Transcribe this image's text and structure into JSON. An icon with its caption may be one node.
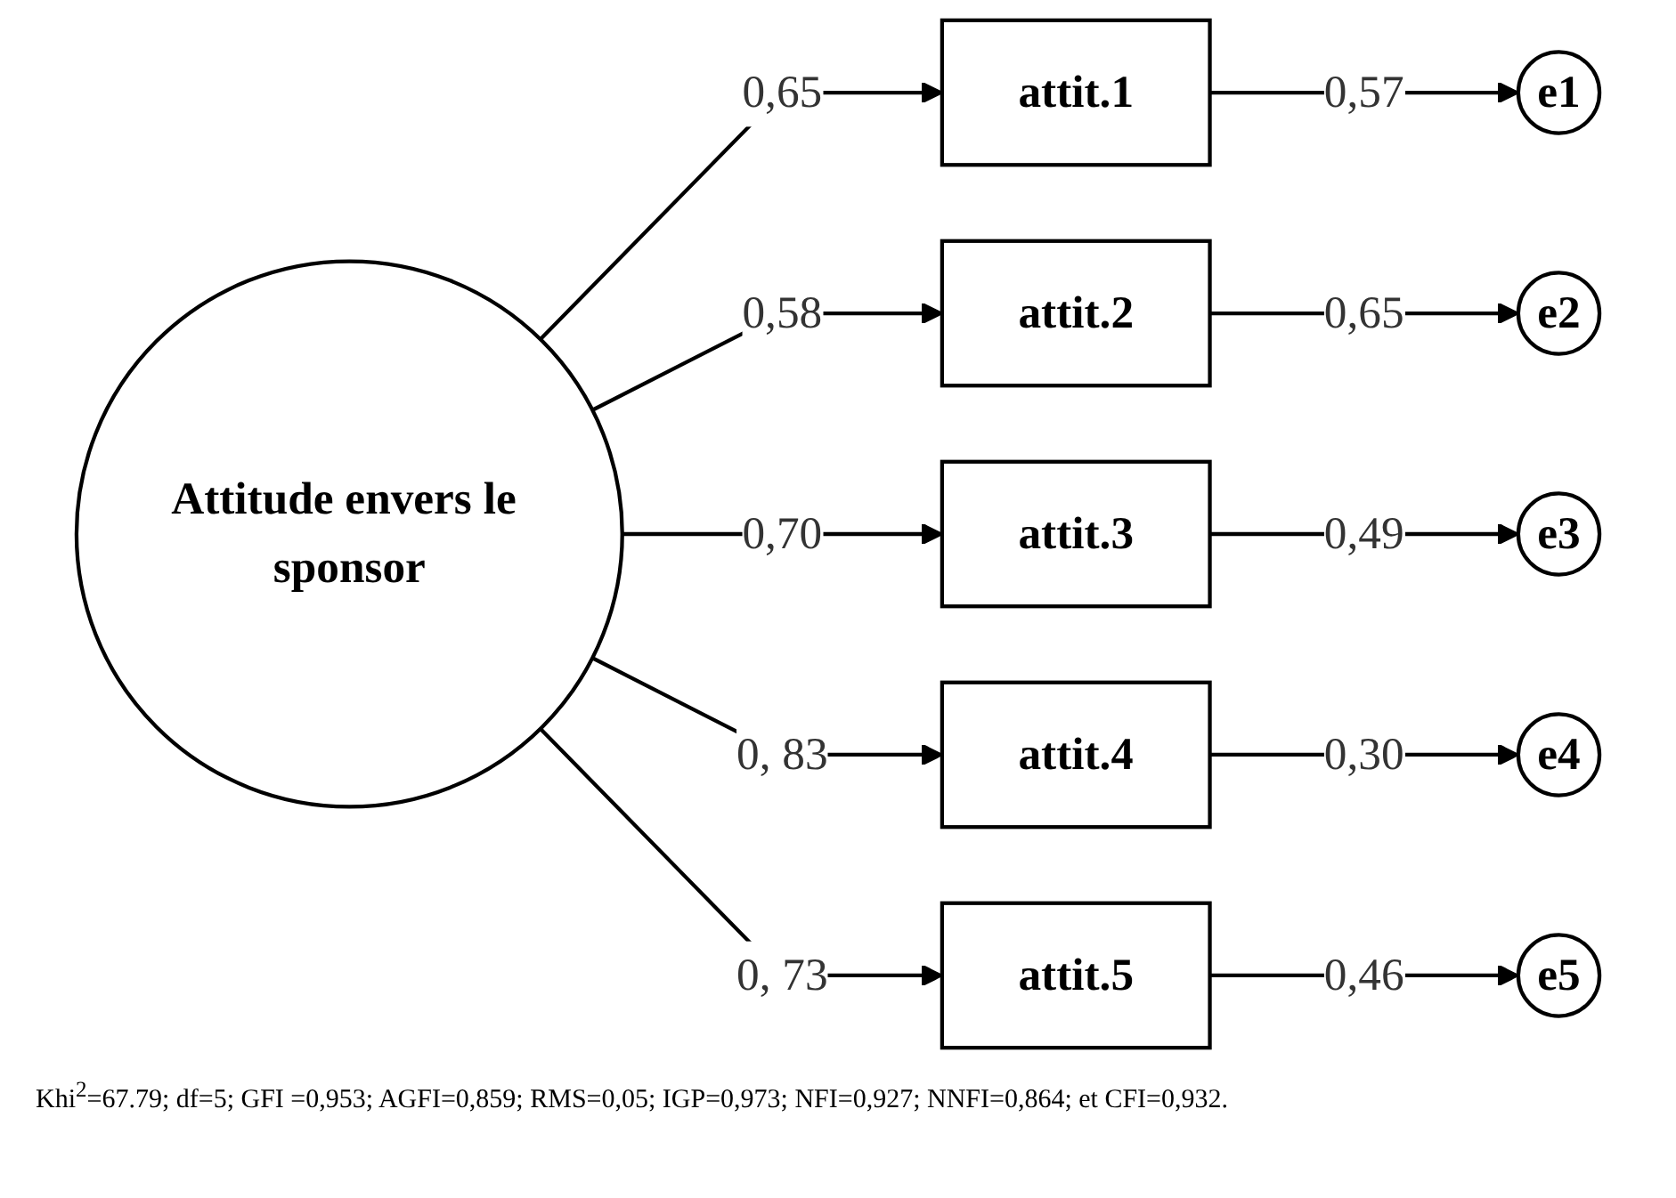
{
  "diagram": {
    "nodes": [
      {
        "text": [
          "Attitude envers le sponsor"
        ]
      },
      {
        "text": [
          "attit.1"
        ]
      },
      {
        "text": [
          "attit.2"
        ]
      },
      {
        "text": [
          "attit.3"
        ]
      },
      {
        "text": [
          "attit.4"
        ]
      },
      {
        "text": [
          "attit.5"
        ]
      },
      {
        "text": [
          "e1"
        ]
      },
      {
        "text": [
          "e2"
        ]
      },
      {
        "text": [
          "e3"
        ]
      },
      {
        "text": [
          "e4"
        ]
      },
      {
        "text": [
          "e5"
        ]
      }
    ],
    "edges": [
      {
        "from": 0,
        "to": 1,
        "arrow": "to",
        "label": "0,65"
      },
      {
        "from": 0,
        "to": 2,
        "arrow": "to",
        "label": "0,58"
      },
      {
        "from": 0,
        "to": 3,
        "arrow": "to",
        "label": "0,70"
      },
      {
        "from": 0,
        "to": 4,
        "arrow": "to",
        "label": "0, 83"
      },
      {
        "from": 0,
        "to": 5,
        "arrow": "to",
        "label": "0, 73"
      },
      {
        "from": 1,
        "to": 6,
        "arrow": "to",
        "label": "0,57"
      },
      {
        "from": 2,
        "to": 7,
        "arrow": "to",
        "label": "0,65"
      },
      {
        "from": 3,
        "to": 8,
        "arrow": "to",
        "label": "0,49"
      },
      {
        "from": 4,
        "to": 9,
        "arrow": "to",
        "label": "0,30"
      },
      {
        "from": 5,
        "to": 10,
        "arrow": "to",
        "label": "0,46"
      }
    ],
    "labels": [
      "Khi$^{2}$=67.79; df=5; GFI =0,953; AGFI=0,859; RMS=0,05; IGP=0,973; NFI=0,927; NNFI=0,864; et CFI=0,932."
    ]
  }
}
